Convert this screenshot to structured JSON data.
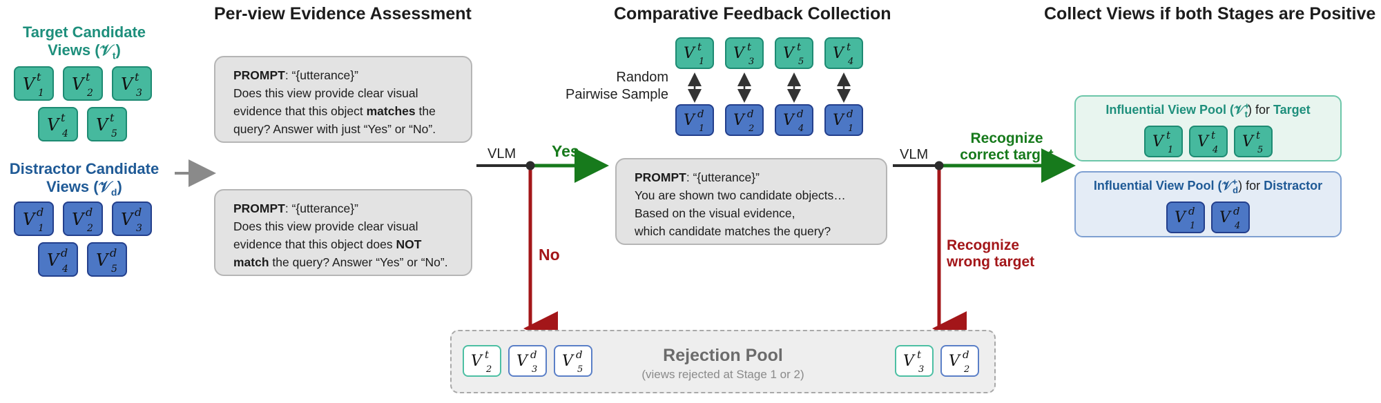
{
  "headers": {
    "stage1": "Per-view Evidence Assessment",
    "stage2": "Comparative Feedback Collection",
    "stage3": "Collect Views if both Stages are Positive"
  },
  "target_views": {
    "title_line1": "Target Candidate",
    "title_line2": "Views (𝒱",
    "title_sub": "t",
    "title_close": ")",
    "chips": [
      {
        "sup": "t",
        "sub": "1"
      },
      {
        "sup": "t",
        "sub": "2"
      },
      {
        "sup": "t",
        "sub": "3"
      },
      {
        "sup": "t",
        "sub": "4"
      },
      {
        "sup": "t",
        "sub": "5"
      }
    ]
  },
  "distractor_views": {
    "title_line1": "Distractor Candidate",
    "title_line2": "Views (𝒱",
    "title_sub": "d",
    "title_close": ")",
    "chips": [
      {
        "sup": "d",
        "sub": "1"
      },
      {
        "sup": "d",
        "sub": "2"
      },
      {
        "sup": "d",
        "sub": "3"
      },
      {
        "sup": "d",
        "sub": "4"
      },
      {
        "sup": "d",
        "sub": "5"
      }
    ]
  },
  "prompt1": {
    "label": "PROMPT",
    "utterance": ": “{utterance}”",
    "line2": "Does this view provide clear visual",
    "line3_pre": "evidence that this object ",
    "line3_bold": "matches",
    "line3_post": " the",
    "line4": "query? Answer with just “Yes” or “No”."
  },
  "prompt2": {
    "label": "PROMPT",
    "utterance": ": “{utterance}”",
    "line2": "Does this view provide clear visual",
    "line3_pre": "evidence that this object does ",
    "line3_bold": "NOT",
    "line4_bold": "match",
    "line4_post": " the query? Answer “Yes” or “No”."
  },
  "vlm1": "VLM",
  "yes_label": "Yes",
  "no_label": "No",
  "random_pairwise": {
    "line1": "Random",
    "line2": "Pairwise Sample"
  },
  "pair_top": [
    {
      "sup": "t",
      "sub": "1"
    },
    {
      "sup": "t",
      "sub": "3"
    },
    {
      "sup": "t",
      "sub": "5"
    },
    {
      "sup": "t",
      "sub": "4"
    }
  ],
  "pair_bottom": [
    {
      "sup": "d",
      "sub": "1"
    },
    {
      "sup": "d",
      "sub": "2"
    },
    {
      "sup": "d",
      "sub": "4"
    },
    {
      "sup": "d",
      "sub": "1"
    }
  ],
  "prompt3": {
    "label": "PROMPT",
    "utterance": ": “{utterance}”",
    "line2": "You are shown two candidate objects…",
    "line3": "Based on the visual evidence,",
    "line4": "which candidate matches the query?"
  },
  "vlm2": "VLM",
  "recognize_correct": {
    "line1": "Recognize",
    "line2": "correct target"
  },
  "recognize_wrong": {
    "line1": "Recognize",
    "line2": "wrong target"
  },
  "target_pool": {
    "title_pre": "Influential View Pool (𝒱",
    "title_sub": "t",
    "title_sup": "+",
    "title_mid": ") for ",
    "title_end": "Target",
    "chips": [
      {
        "sup": "t",
        "sub": "1"
      },
      {
        "sup": "t",
        "sub": "4"
      },
      {
        "sup": "t",
        "sub": "5"
      }
    ]
  },
  "distractor_pool": {
    "title_pre": "Influential View Pool (𝒱",
    "title_sub": "d",
    "title_sup": "+",
    "title_mid": ") for ",
    "title_end": "Distractor",
    "chips": [
      {
        "sup": "d",
        "sub": "1"
      },
      {
        "sup": "d",
        "sub": "4"
      }
    ]
  },
  "rejection_pool": {
    "title": "Rejection Pool",
    "subtitle": "(views rejected at Stage 1 or 2)",
    "left_chips": [
      {
        "sup": "t",
        "sub": "2"
      },
      {
        "sup": "d",
        "sub": "3"
      },
      {
        "sup": "d",
        "sub": "5"
      }
    ],
    "right_chips": [
      {
        "sup": "t",
        "sub": "3"
      },
      {
        "sup": "d",
        "sub": "2"
      }
    ]
  },
  "colors": {
    "teal": "#1e8f7c",
    "navy": "#1f5a96",
    "green": "#177a1c",
    "red": "#a31619",
    "target_chip": "#46b99e",
    "distractor_chip": "#4c77c5"
  }
}
